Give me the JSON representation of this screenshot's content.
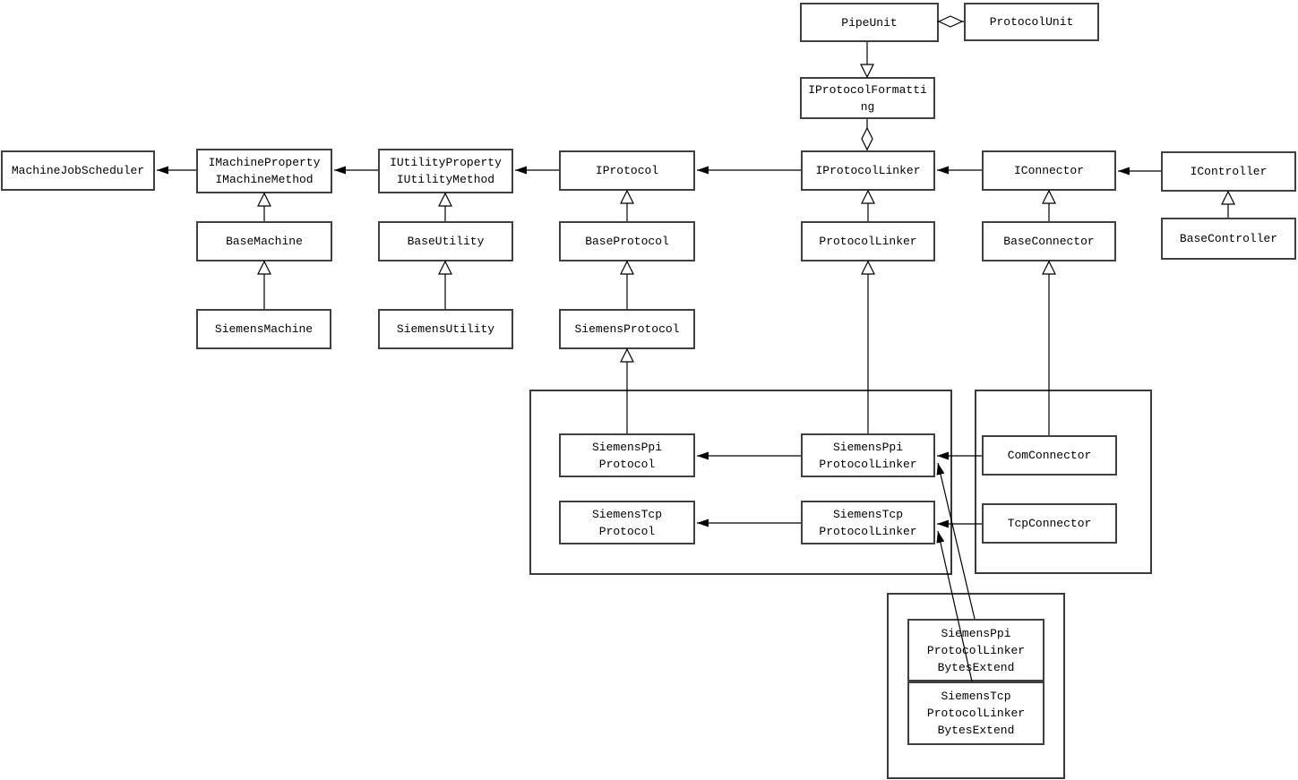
{
  "diagram": {
    "type": "uml-class-diagram",
    "background_color": "#ffffff",
    "line_color": "#000000",
    "box_border_color": "#404040",
    "nodes": {
      "pipe_unit": {
        "label": "PipeUnit"
      },
      "protocol_unit": {
        "label": "ProtocolUnit"
      },
      "iprotocol_formatting": {
        "label": "IProtocolFormatting"
      },
      "machine_job_scheduler": {
        "label": "MachineJobScheduler"
      },
      "imachine": {
        "label": "IMachineProperty\nIMachineMethod"
      },
      "iutility": {
        "label": "IUtilityProperty\nIUtilityMethod"
      },
      "iprotocol": {
        "label": "IProtocol"
      },
      "iprotocol_linker": {
        "label": "IProtocolLinker"
      },
      "iconnector": {
        "label": "IConnector"
      },
      "icontroller": {
        "label": "IController"
      },
      "base_machine": {
        "label": "BaseMachine"
      },
      "base_utility": {
        "label": "BaseUtility"
      },
      "base_protocol": {
        "label": "BaseProtocol"
      },
      "protocol_linker": {
        "label": "ProtocolLinker"
      },
      "base_connector": {
        "label": "BaseConnector"
      },
      "base_controller": {
        "label": "BaseController"
      },
      "siemens_machine": {
        "label": "SiemensMachine"
      },
      "siemens_utility": {
        "label": "SiemensUtility"
      },
      "siemens_protocol": {
        "label": "SiemensProtocol"
      },
      "siemens_ppi_protocol": {
        "label": "SiemensPpi\nProtocol"
      },
      "siemens_ppi_protocol_linker": {
        "label": "SiemensPpi\nProtocolLinker"
      },
      "siemens_tcp_protocol": {
        "label": "SiemensTcp\nProtocol"
      },
      "siemens_tcp_protocol_linker": {
        "label": "SiemensTcp\nProtocolLinker"
      },
      "com_connector": {
        "label": "ComConnector"
      },
      "tcp_connector": {
        "label": "TcpConnector"
      },
      "ppi_bytes_extend": {
        "label": "SiemensPpi\nProtocolLinker\nBytesExtend"
      },
      "tcp_bytes_extend": {
        "label": "SiemensTcp\nProtocolLinker\nBytesExtend"
      }
    },
    "edges": [
      {
        "from": "ProtocolUnit",
        "to": "PipeUnit",
        "type": "aggregation"
      },
      {
        "from": "PipeUnit",
        "to": "IProtocolFormatting",
        "type": "realization-down"
      },
      {
        "from": "IProtocolFormatting",
        "to": "IProtocolLinker",
        "type": "aggregation"
      },
      {
        "from": "IMachineProperty/IMachineMethod",
        "to": "MachineJobScheduler",
        "type": "association"
      },
      {
        "from": "IUtilityProperty/IUtilityMethod",
        "to": "IMachineProperty/IMachineMethod",
        "type": "association"
      },
      {
        "from": "IProtocol",
        "to": "IUtilityProperty/IUtilityMethod",
        "type": "association"
      },
      {
        "from": "IProtocolLinker",
        "to": "IProtocol",
        "type": "association"
      },
      {
        "from": "IConnector",
        "to": "IProtocolLinker",
        "type": "association"
      },
      {
        "from": "IController",
        "to": "IConnector",
        "type": "association"
      },
      {
        "from": "BaseMachine",
        "to": "IMachineProperty/IMachineMethod",
        "type": "generalization"
      },
      {
        "from": "SiemensMachine",
        "to": "BaseMachine",
        "type": "generalization"
      },
      {
        "from": "BaseUtility",
        "to": "IUtilityProperty/IUtilityMethod",
        "type": "generalization"
      },
      {
        "from": "SiemensUtility",
        "to": "BaseUtility",
        "type": "generalization"
      },
      {
        "from": "BaseProtocol",
        "to": "IProtocol",
        "type": "generalization"
      },
      {
        "from": "SiemensProtocol",
        "to": "BaseProtocol",
        "type": "generalization"
      },
      {
        "from": "SiemensPpiProtocol",
        "to": "SiemensProtocol",
        "type": "generalization"
      },
      {
        "from": "ProtocolLinker",
        "to": "IProtocolLinker",
        "type": "generalization"
      },
      {
        "from": "SiemensPpiProtocolLinker",
        "to": "ProtocolLinker",
        "type": "generalization"
      },
      {
        "from": "BaseConnector",
        "to": "IConnector",
        "type": "generalization"
      },
      {
        "from": "ComConnector",
        "to": "BaseConnector",
        "type": "generalization"
      },
      {
        "from": "BaseController",
        "to": "IController",
        "type": "generalization"
      },
      {
        "from": "SiemensPpiProtocolLinker",
        "to": "SiemensPpiProtocol",
        "type": "association"
      },
      {
        "from": "SiemensTcpProtocolLinker",
        "to": "SiemensTcpProtocol",
        "type": "association"
      },
      {
        "from": "ComConnector",
        "to": "SiemensPpiProtocolLinker",
        "type": "association"
      },
      {
        "from": "TcpConnector",
        "to": "SiemensTcpProtocolLinker",
        "type": "association"
      },
      {
        "from": "SiemensPpiProtocolLinkerBytesExtend",
        "to": "SiemensPpiProtocolLinker",
        "type": "association"
      },
      {
        "from": "SiemensTcpProtocolLinkerBytesExtend",
        "to": "SiemensTcpProtocolLinker",
        "type": "association"
      }
    ]
  }
}
